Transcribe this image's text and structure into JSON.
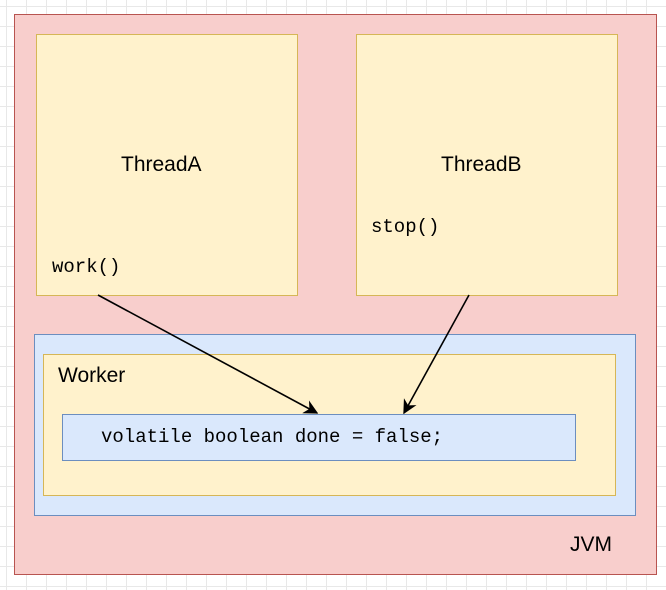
{
  "diagram": {
    "jvm": {
      "label": "JVM"
    },
    "thread_a": {
      "title": "ThreadA",
      "method": "work()"
    },
    "thread_b": {
      "title": "ThreadB",
      "method": "stop()"
    },
    "worker": {
      "title": "Worker",
      "field": "volatile boolean done = false;"
    },
    "edges": [
      {
        "from": "thread_a.method",
        "to": "worker.field"
      },
      {
        "from": "thread_b.method",
        "to": "worker.field"
      }
    ],
    "colors": {
      "jvm_fill": "#f8cecc",
      "jvm_stroke": "#b85450",
      "thread_fill": "#fff2cc",
      "thread_stroke": "#d6b656",
      "blue_fill": "#dae8fc",
      "blue_stroke": "#6c8ebf"
    }
  }
}
